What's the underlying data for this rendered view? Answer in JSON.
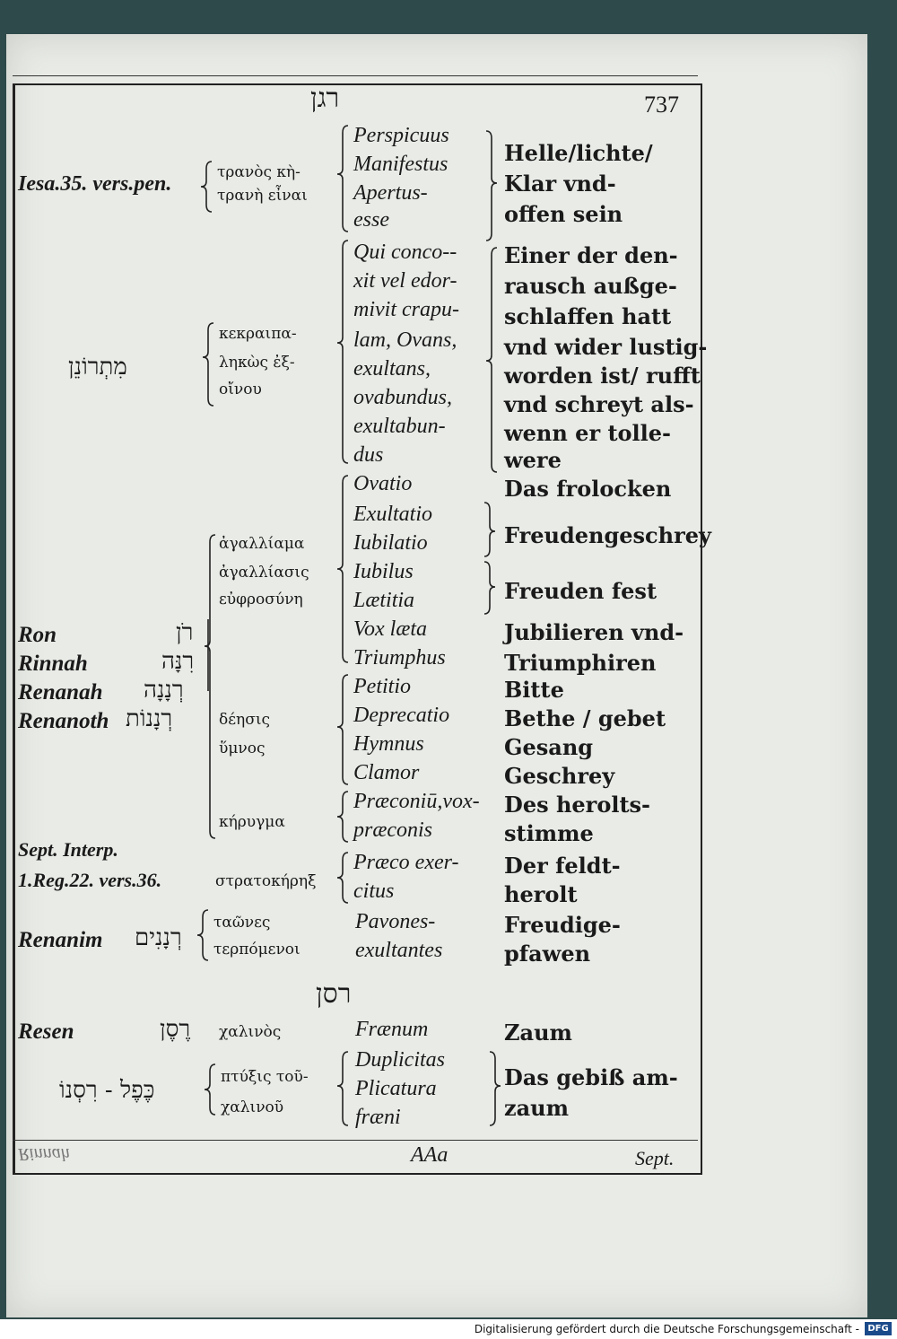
{
  "header": {
    "hebrew_title": "רגן",
    "page_number": "737"
  },
  "rows": {
    "r1": {
      "ref": "Iesa.35. vers.pen.",
      "greek1": "τρανὸς κὴ-",
      "greek2": "τρανὴ εἶναι",
      "lat": [
        "Perspicuus",
        "Manifestus",
        "Apertus-",
        "esse"
      ],
      "ger": [
        "Helle/lichte/",
        "Klar vnd-",
        "offen sein"
      ]
    },
    "r2": {
      "hebrew": "מִתְרוֹנֵן",
      "greek": [
        "κεκραιπα-",
        "ληκὼς ἐξ-",
        "οἴνου"
      ],
      "lat": [
        "Qui conco--",
        "xit vel edor-",
        "mivit crapu-",
        "lam, Ovans,",
        "exultans,",
        "ovabundus,",
        "exultabun-",
        "dus"
      ],
      "ger": [
        "Einer der den-",
        "rausch außge-",
        "schlaffen hatt",
        "vnd wider lustig-",
        "worden ist/ rufft",
        "vnd schreyt als-",
        "wenn er tolle-",
        "were"
      ]
    },
    "r3": {
      "greek": [
        "ἀγαλλίαμα",
        "ἀγαλλίασις",
        "εὐφροσύνη"
      ],
      "lat": [
        "Ovatio",
        "Exultatio",
        "Iubilatio",
        "Iubilus",
        "Lætitia",
        "Vox læta",
        "Triumphus"
      ],
      "ger": [
        "Das frolocken",
        "Freudengeschrey",
        "Freuden fest",
        "Jubilieren vnd-",
        "Triumphiren"
      ]
    },
    "r4": {
      "names": [
        "Ron",
        "Rinnah",
        "Renanah",
        "Renanoth"
      ],
      "hebrew": [
        "רֹן",
        "רִנָּה",
        "רְנָנָה",
        "רְנָנוֹת"
      ],
      "greek": [
        "δέησις",
        "ὕμνος"
      ],
      "lat": [
        "Petitio",
        "Deprecatio",
        "Hymnus",
        "Clamor"
      ],
      "ger": [
        "Bitte",
        "Bethe / gebet",
        "Gesang",
        "Geschrey"
      ]
    },
    "r5": {
      "greek": "κήρυγμα",
      "lat": [
        "Præconiū,vox-",
        "præconis"
      ],
      "ger": [
        "Des herolts-",
        "stimme"
      ]
    },
    "r6": {
      "ref1": "Sept. Interp.",
      "ref2": "1.Reg.22. vers.36.",
      "greek": "στρατοκήρηξ",
      "lat": [
        "Præco exer-",
        "citus"
      ],
      "ger": [
        "Der feldt-",
        "herolt"
      ]
    },
    "r7": {
      "name": "Renanim",
      "hebrew": "רְנָנִים",
      "greek": [
        "ταῶνες",
        "τερπόμενοι"
      ],
      "lat": [
        "Pavones-",
        "exultantes"
      ],
      "ger": [
        "Freudige-",
        "pfawen"
      ]
    },
    "section2": {
      "title": "רסן"
    },
    "r8": {
      "name": "Resen",
      "hebrew": "רֶסֶן",
      "greek": "χαλινὸς",
      "lat": "Frænum",
      "ger": "Zaum"
    },
    "r9": {
      "hebrew": "כֶּפֶל - רִסְנוֹ",
      "greek": [
        "πτύξις τοῦ-",
        "χαλινοῦ"
      ],
      "lat": [
        "Duplicitas",
        "Plicatura",
        "fræni"
      ],
      "ger": [
        "Das gebiß am-",
        "zaum"
      ]
    }
  },
  "footer": {
    "left": "Rinnah",
    "signature": "AAa",
    "catchword": "Sept."
  },
  "credit": {
    "text": "Digitalisierung gefördert durch die Deutsche Forschungsgemeinschaft -",
    "logo": "DFG"
  }
}
